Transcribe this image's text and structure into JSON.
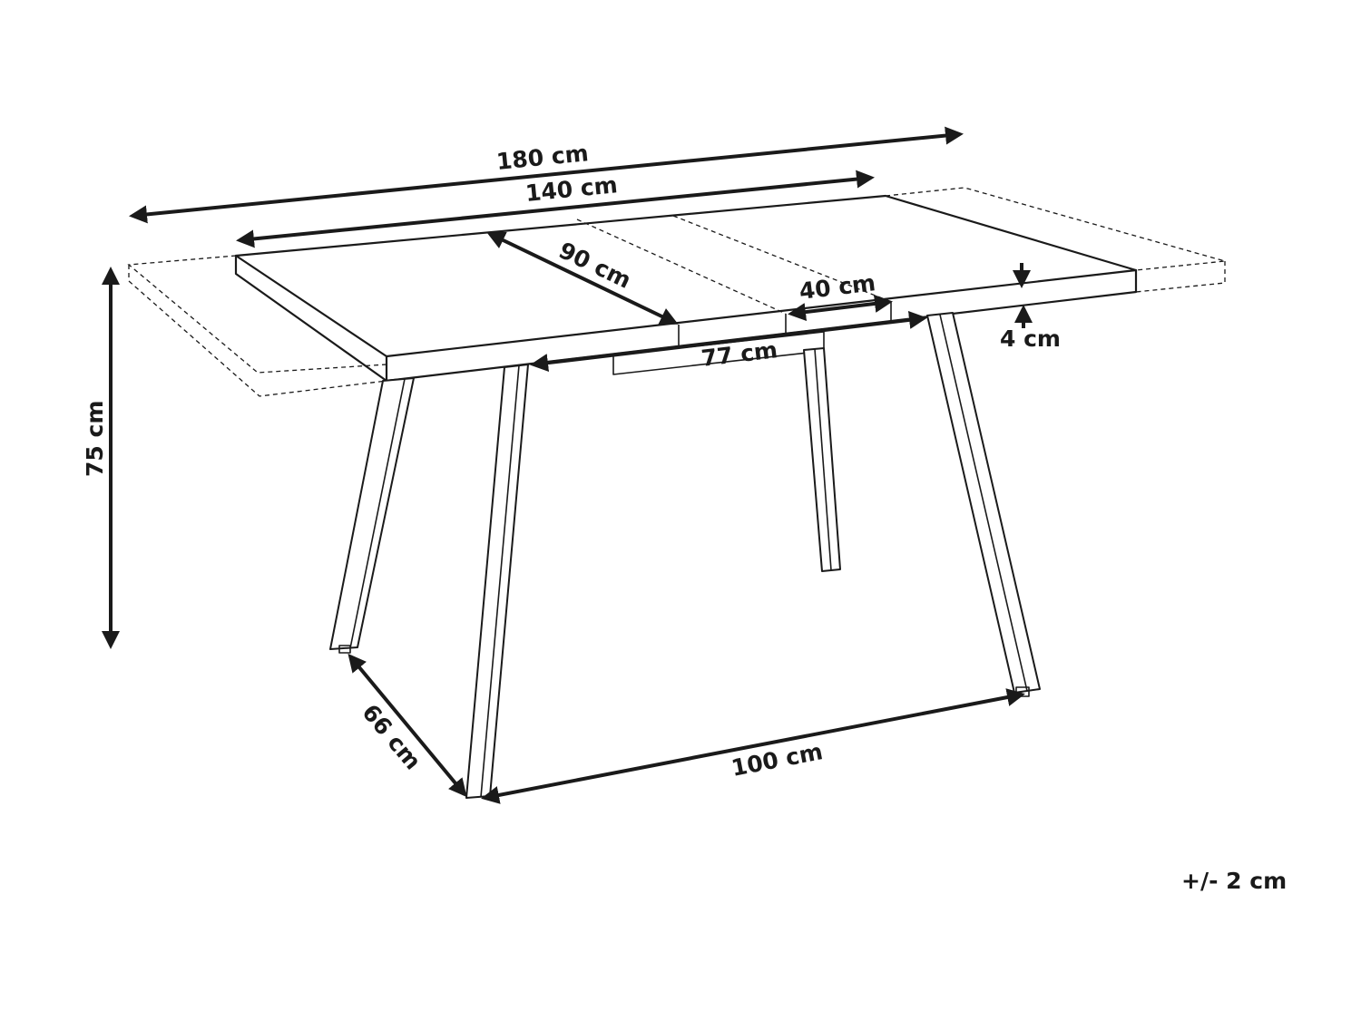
{
  "diagram": {
    "dimensions": {
      "extended_length": "180 cm",
      "length": "140 cm",
      "width": "90 cm",
      "extension_leaf": "40 cm",
      "top_thickness": "4 cm",
      "leg_span_width": "77 cm",
      "height": "75 cm",
      "leg_span_depth": "66 cm",
      "leg_span_length": "100 cm"
    },
    "tolerance": "+/- 2 cm"
  }
}
